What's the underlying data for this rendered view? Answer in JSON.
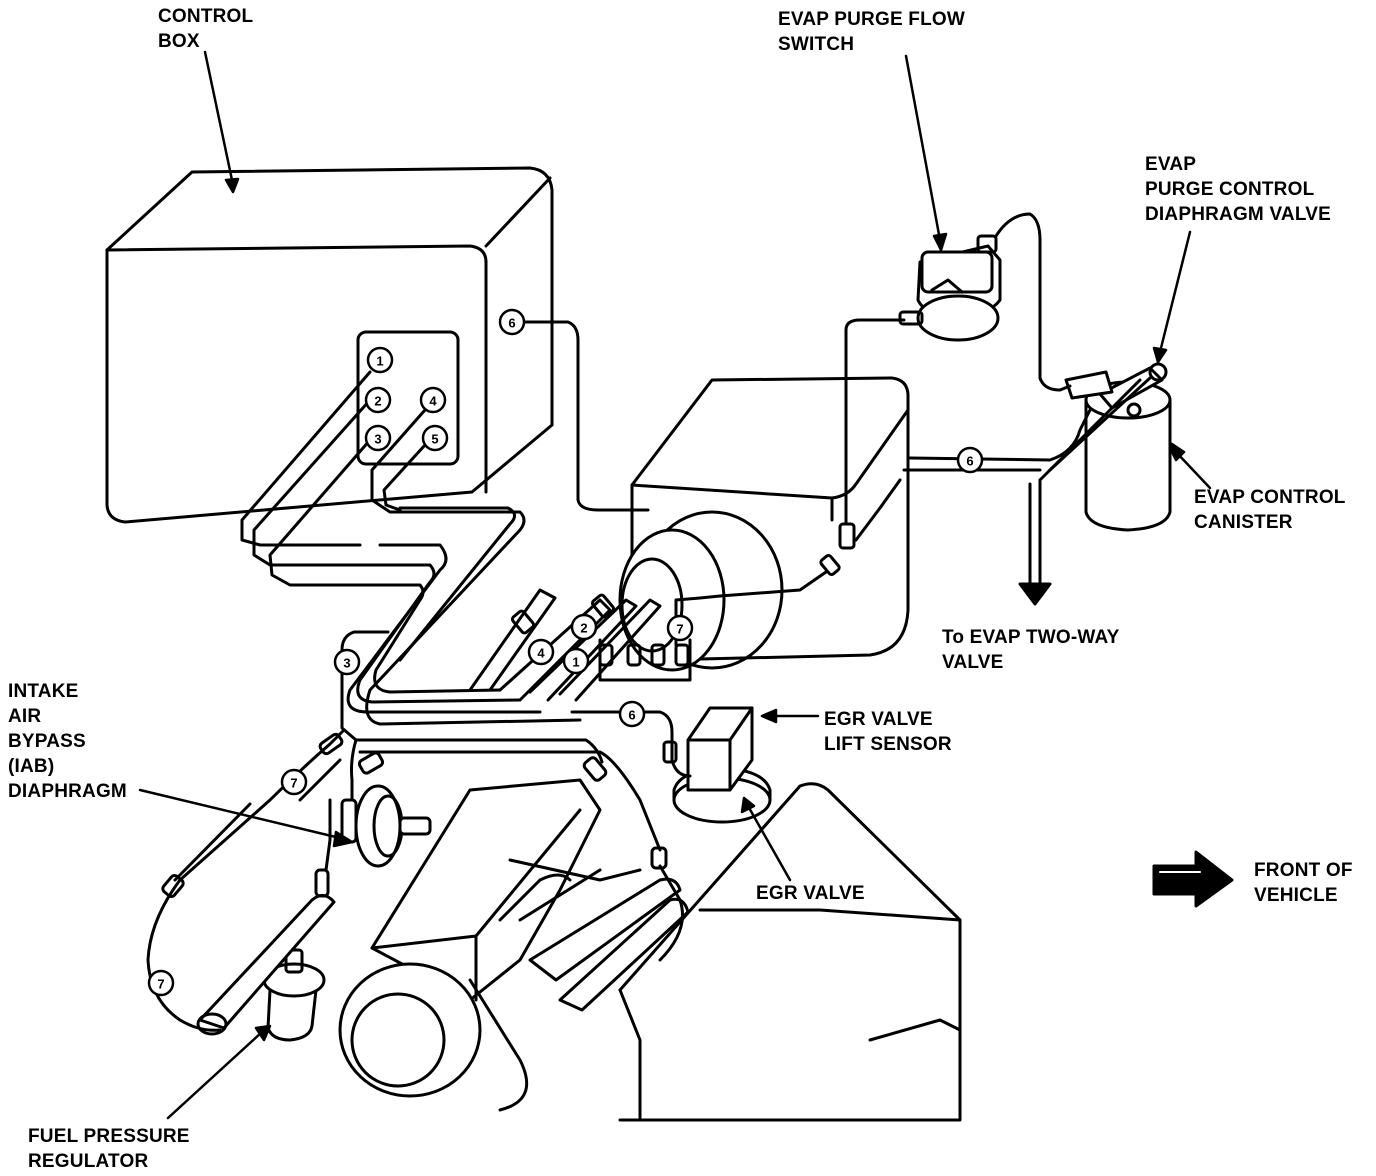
{
  "labels": {
    "control_box": "CONTROL\nBOX",
    "evap_purge_flow_switch": "EVAP PURGE FLOW\nSWITCH",
    "evap_purge_control_diaphragm_valve": "EVAP\nPURGE CONTROL\nDIAPHRAGM VALVE",
    "evap_control_canister": "EVAP CONTROL\nCANISTER",
    "to_evap_two_way_valve": "To EVAP TWO-WAY\nVALVE",
    "intake_air_bypass_diaphragm": "INTAKE\nAIR\nBYPASS\n(IAB)\nDIAPHRAGM",
    "egr_valve_lift_sensor": "EGR VALVE\nLIFT SENSOR",
    "egr_valve": "EGR VALVE",
    "front_of_vehicle": "FRONT OF\nVEHICLE",
    "fuel_pressure_regulator": "FUEL PRESSURE\nREGULATOR"
  },
  "hose_numbers": {
    "box_port_1": "1",
    "box_port_2": "2",
    "box_port_3": "3",
    "box_port_4": "4",
    "box_port_5": "5",
    "box_hose_6": "6",
    "canister_hose_6": "6",
    "center_hose_4": "4",
    "center_hose_2": "2",
    "center_hose_1": "1",
    "center_hose_7": "7",
    "left_hose_3": "3",
    "egr_hose_6": "6",
    "iab_hose_7": "7",
    "fpr_hose_7": "7"
  },
  "colors": {
    "ink": "#000000",
    "paper": "#ffffff"
  }
}
